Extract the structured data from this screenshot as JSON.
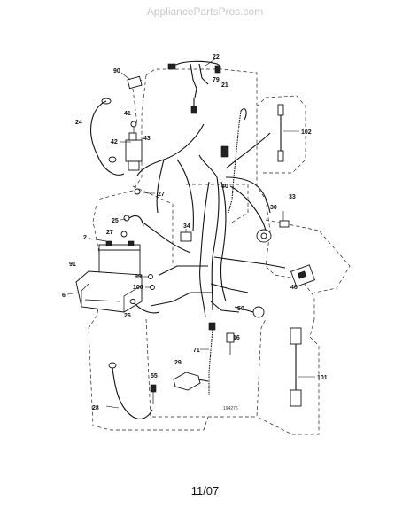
{
  "watermark": "AppliancePartsPros.com",
  "footer": "11/07",
  "figure_number": "194276",
  "callouts": {
    "c22": "22",
    "c90": "90",
    "c79": "79",
    "c21": "21",
    "c24": "24",
    "c41": "41",
    "c43": "43",
    "c42": "42",
    "c102": "102",
    "c40": "40",
    "c27a": "27",
    "c33": "33",
    "c25": "25",
    "c30": "30",
    "c34": "34",
    "c2": "2",
    "c27b": "27",
    "c91": "91",
    "c99": "99",
    "c100": "100",
    "c6": "6",
    "c26": "26",
    "c50": "50",
    "c46": "46",
    "c16": "16",
    "c71": "71",
    "c29": "29",
    "c101": "101",
    "c28": "28",
    "c55": "55"
  }
}
